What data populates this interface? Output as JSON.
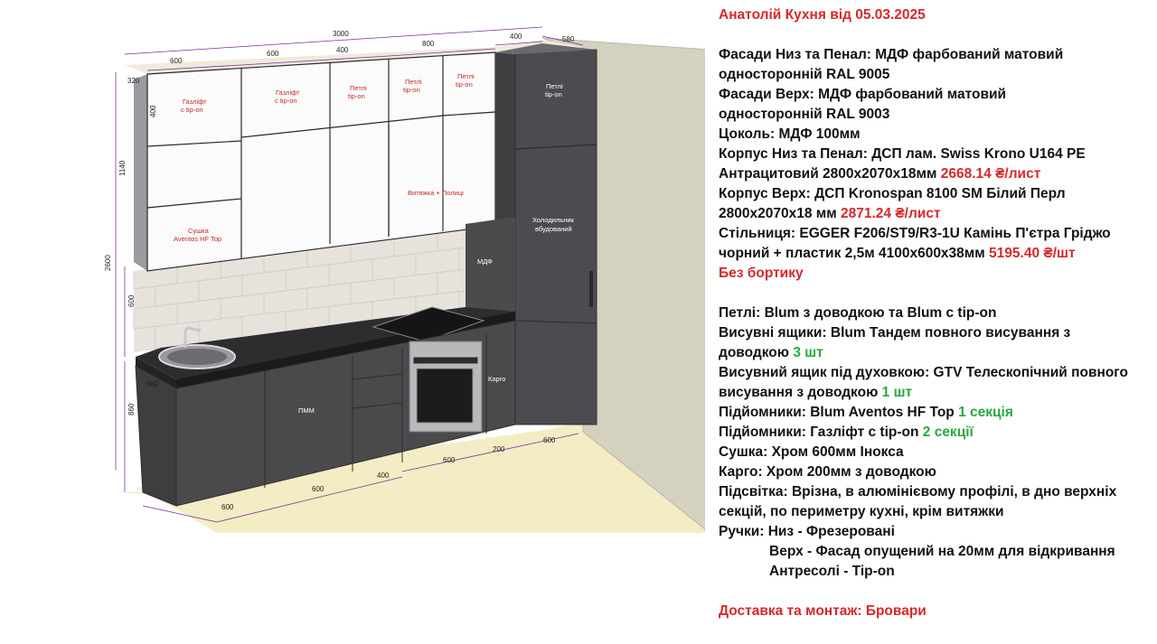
{
  "title": "Анатолій Кухня від 05.03.2025",
  "spec_lines": [
    {
      "parts": [
        {
          "t": "Фасади Низ та Пенал: МДФ фарбований матовий"
        }
      ]
    },
    {
      "parts": [
        {
          "t": "односторонній RAL 9005"
        }
      ]
    },
    {
      "parts": [
        {
          "t": "Фасади Верх: МДФ фарбований матовий"
        }
      ]
    },
    {
      "parts": [
        {
          "t": "односторонній RAL 9003"
        }
      ]
    },
    {
      "parts": [
        {
          "t": "Цоколь: МДФ 100мм"
        }
      ]
    },
    {
      "parts": [
        {
          "t": "Корпус Низ та Пенал: ДСП лам. Swiss Krono U164 PE"
        }
      ]
    },
    {
      "parts": [
        {
          "t": "Антрацитовий 2800х2070х18мм "
        },
        {
          "t": "2668.14 ₴/лист",
          "c": "red"
        }
      ]
    },
    {
      "parts": [
        {
          "t": "Корпус Верх: ДСП Kronospan 8100 SM Білий Перл"
        }
      ]
    },
    {
      "parts": [
        {
          "t": "2800х2070х18 мм "
        },
        {
          "t": "2871.24 ₴/лист",
          "c": "red"
        }
      ]
    },
    {
      "parts": [
        {
          "t": "Стільниця: EGGER F206/ST9/R3-1U Камінь П'єтра Гріджо"
        }
      ]
    },
    {
      "parts": [
        {
          "t": "чорний + пластик 2,5м 4100х600х38мм "
        },
        {
          "t": "5195.40 ₴/шт",
          "c": "red"
        }
      ]
    },
    {
      "parts": [
        {
          "t": "Без бортику",
          "c": "red"
        }
      ]
    },
    {
      "gap": true
    },
    {
      "parts": [
        {
          "t": "Петлі: Blum з доводкою та Blum с tip-on"
        }
      ]
    },
    {
      "parts": [
        {
          "t": "Висувні ящики: Blum Тандем повного висування з"
        }
      ]
    },
    {
      "parts": [
        {
          "t": "доводкою "
        },
        {
          "t": "3 шт",
          "c": "green"
        }
      ]
    },
    {
      "parts": [
        {
          "t": "Висувний ящик під духовкою: GTV Телескопічний повного"
        }
      ]
    },
    {
      "parts": [
        {
          "t": "висування з доводкою "
        },
        {
          "t": "1 шт",
          "c": "green"
        }
      ]
    },
    {
      "parts": [
        {
          "t": "Підйомники: Blum Aventos HF Top "
        },
        {
          "t": "1 секція",
          "c": "green"
        }
      ]
    },
    {
      "parts": [
        {
          "t": "Підйомники: Газліфт с tip-on "
        },
        {
          "t": "2 секції",
          "c": "green"
        }
      ]
    },
    {
      "parts": [
        {
          "t": "Сушка: Хром 600мм Інокса"
        }
      ]
    },
    {
      "parts": [
        {
          "t": "Карго: Хром 200мм з доводкою"
        }
      ]
    },
    {
      "parts": [
        {
          "t": "Підсвітка: Врізна, в алюмінієвому профілі, в дно верхніх"
        }
      ]
    },
    {
      "parts": [
        {
          "t": "секцій, по периметру кухні, крім витяжки"
        }
      ]
    },
    {
      "parts": [
        {
          "t": "Ручки: Низ - Фрезеровані"
        }
      ]
    },
    {
      "parts": [
        {
          "t": "Верх - Фасад опущений на 20мм для відкривання"
        }
      ],
      "indent": true
    },
    {
      "parts": [
        {
          "t": "Антресолі - Tip-on"
        }
      ],
      "indent": true
    }
  ],
  "footer": "Доставка та монтаж: Бровари",
  "colors": {
    "red": "#d6292b",
    "green": "#2aa744",
    "dark_cabinet": "#4a4a4d",
    "white_cabinet": "#fafafa",
    "floor": "#f4ecc4",
    "wall": "#d3d0c0"
  },
  "drawing": {
    "dims": {
      "top_total": "3000",
      "top_600a": "600",
      "top_600b": "600",
      "top_400a": "400",
      "top_800": "800",
      "top_400b": "400",
      "top_580": "580",
      "top_320": "320",
      "left_2600": "2600",
      "left_1140": "1140",
      "left_400": "400",
      "left_600": "600",
      "left_860": "860",
      "left_580": "580",
      "bot_600a": "600",
      "bot_600b": "600",
      "bot_400": "400",
      "bot_600c": "600",
      "bot_200": "200",
      "bot_600d": "600"
    },
    "labels": {
      "gas1": "Газліфт\nс tip-on",
      "gas2": "Газліфт\nс tip-on",
      "hinge1": "Петлі\ntip-on",
      "hinge2": "Петлі\ntip-on",
      "hinge3": "Петлі\ntip-on",
      "hinge4": "Петлі\ntip-on",
      "hood": "Витяжка + Полиці",
      "dryer": "Сушка\nAventos HF Top",
      "fridge": "Холодильник\nвбудований",
      "mdf": "МДФ",
      "dishwasher": "ПММ",
      "cargo": "Карго"
    }
  }
}
